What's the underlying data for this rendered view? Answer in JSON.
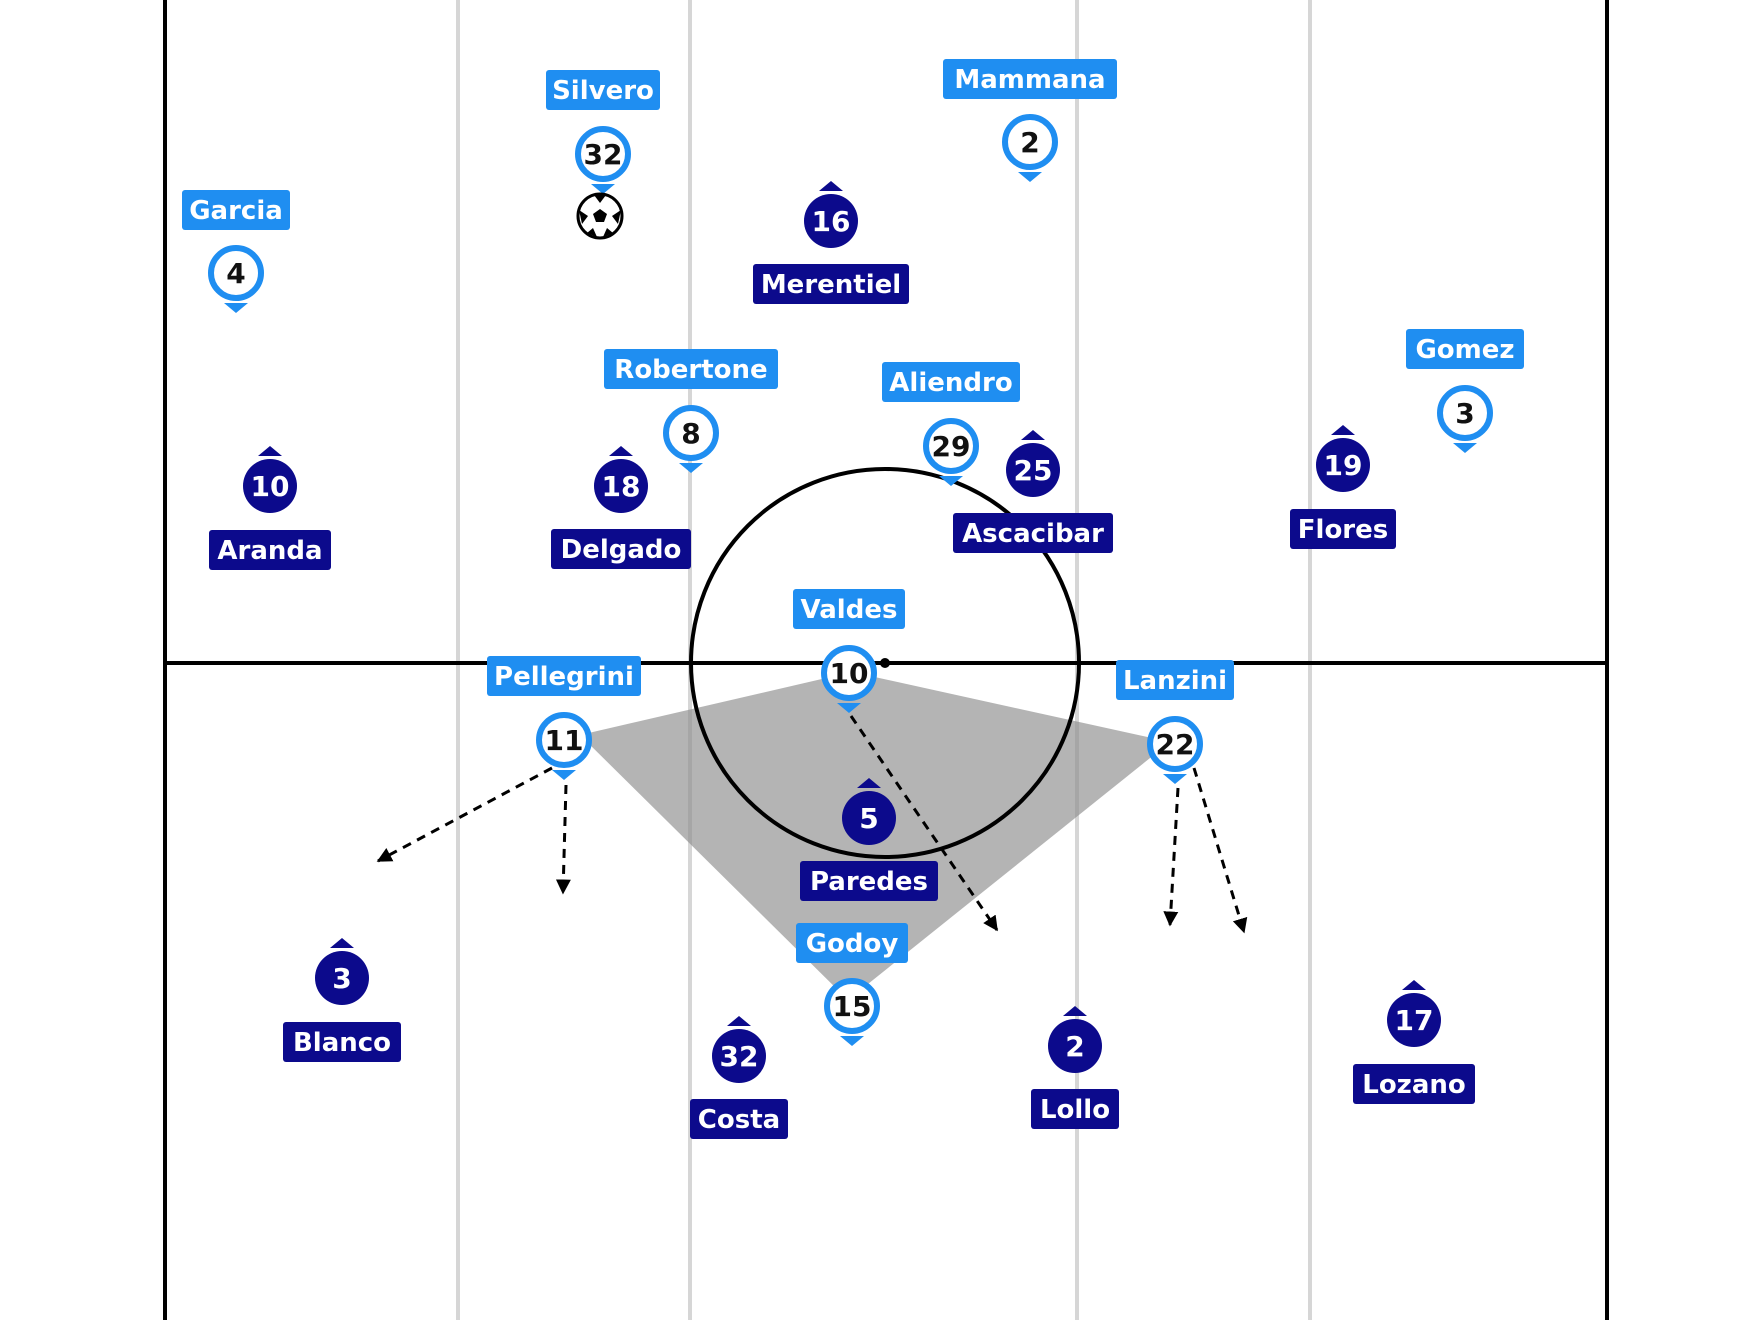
{
  "colors": {
    "light_team": "#1f8ef1",
    "dark_team": "#0c0a8c",
    "pitch_line": "#000000",
    "lane_line": "#d6d6d6",
    "zone_fill": "#8c8c8c"
  },
  "light_team": [
    {
      "name": "Garcia",
      "number": "4"
    },
    {
      "name": "Silvero",
      "number": "32",
      "has_ball": true
    },
    {
      "name": "Mammana",
      "number": "2"
    },
    {
      "name": "Robertone",
      "number": "8"
    },
    {
      "name": "Aliendro",
      "number": "29"
    },
    {
      "name": "Gomez",
      "number": "3"
    },
    {
      "name": "Valdes",
      "number": "10"
    },
    {
      "name": "Pellegrini",
      "number": "11"
    },
    {
      "name": "Lanzini",
      "number": "22"
    },
    {
      "name": "Godoy",
      "number": "15"
    }
  ],
  "dark_team": [
    {
      "name": "Merentiel",
      "number": "16"
    },
    {
      "name": "Aranda",
      "number": "10"
    },
    {
      "name": "Delgado",
      "number": "18"
    },
    {
      "name": "Ascacibar",
      "number": "25"
    },
    {
      "name": "Flores",
      "number": "19"
    },
    {
      "name": "Paredes",
      "number": "5"
    },
    {
      "name": "Blanco",
      "number": "3"
    },
    {
      "name": "Costa",
      "number": "32"
    },
    {
      "name": "Lollo",
      "number": "2"
    },
    {
      "name": "Lozano",
      "number": "17"
    }
  ],
  "ball_icon": "soccer-ball-icon",
  "movement_arrows_icon": "dashed-arrow-icon"
}
